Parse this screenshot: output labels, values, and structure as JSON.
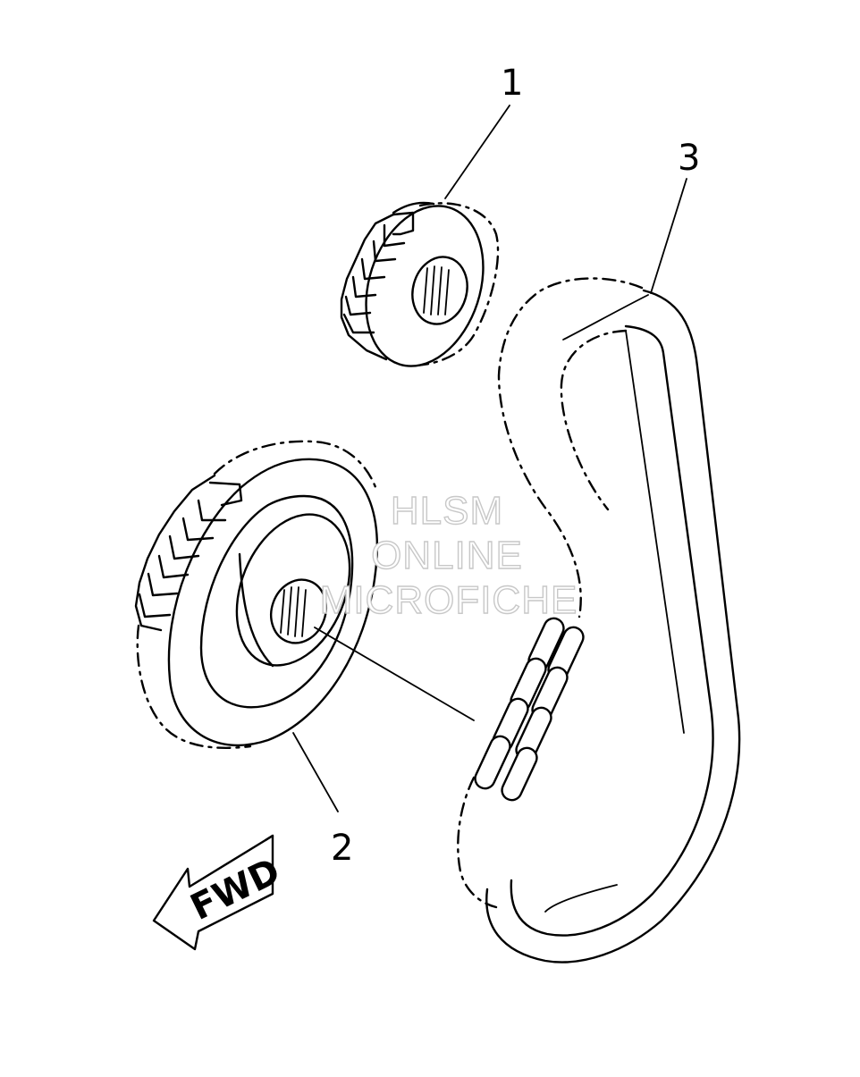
{
  "callouts": {
    "part1": "1",
    "part2": "2",
    "part3": "3"
  },
  "direction_label": "FWD",
  "watermark": {
    "line1": "HLSM",
    "line2": "ONLINE",
    "line3": "MICROFICHE"
  },
  "icons": {
    "direction_arrow": "arrow-left-icon"
  },
  "colors": {
    "line": "#000000",
    "background": "#ffffff",
    "watermark_outline": "#c8c8c8"
  }
}
